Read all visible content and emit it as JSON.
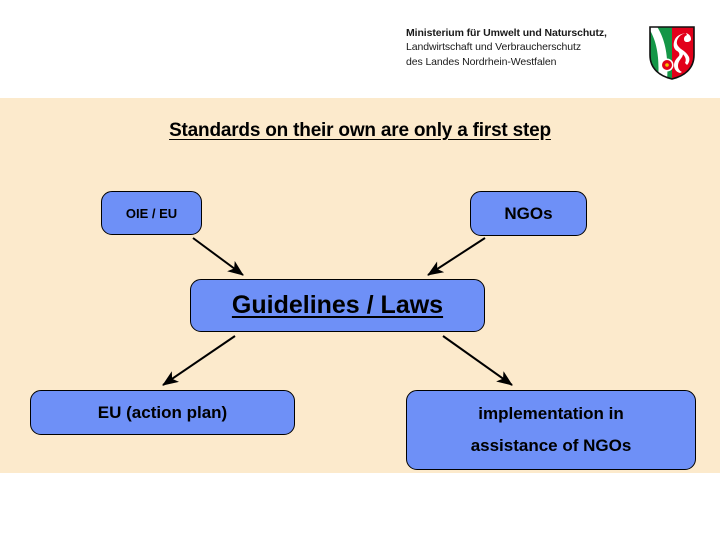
{
  "header": {
    "ministry_line1": "Ministerium für Umwelt und Naturschutz,",
    "ministry_line2": "Landwirtschaft und Verbraucherschutz",
    "ministry_line3": "des Landes Nordrhein-Westfalen",
    "crest_name": "nrw-coat-of-arms"
  },
  "slide": {
    "title": "Standards on their own are only a first step",
    "background_color": "#fceacc",
    "node_fill_color": "#6e90f7",
    "node_border_color": "#000000"
  },
  "nodes": [
    {
      "id": "oie-eu",
      "label": "OIE / EU"
    },
    {
      "id": "ngos",
      "label": "NGOs"
    },
    {
      "id": "guidelines-laws",
      "label": "Guidelines / Laws"
    },
    {
      "id": "eu-action-plan",
      "label": "EU (action plan)"
    },
    {
      "id": "implementation",
      "label_line1": "implementation in",
      "label_line2": "assistance of NGOs"
    }
  ],
  "connectors": [
    {
      "from": "oie-eu",
      "to": "guidelines-laws"
    },
    {
      "from": "ngos",
      "to": "guidelines-laws"
    },
    {
      "from": "guidelines-laws",
      "to": "eu-action-plan"
    },
    {
      "from": "guidelines-laws",
      "to": "implementation"
    }
  ]
}
